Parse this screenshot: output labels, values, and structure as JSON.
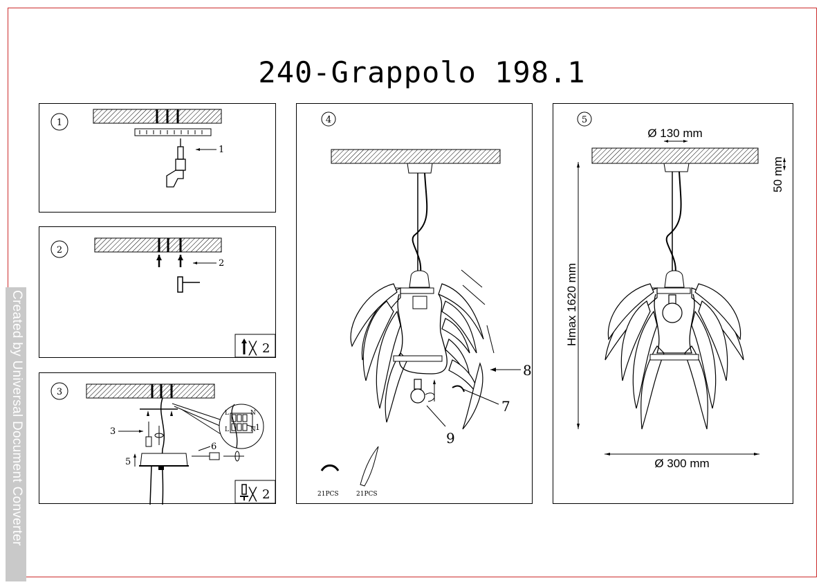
{
  "title": "240-Grappolo 198.1",
  "watermark": "Created by Universal Document Converter",
  "steps": [
    {
      "number": "1",
      "callouts": [
        "1"
      ]
    },
    {
      "number": "2",
      "callouts": [
        "2"
      ],
      "qty": "2"
    },
    {
      "number": "3",
      "callouts": [
        "3",
        "5",
        "6",
        "1"
      ],
      "qty": "2"
    },
    {
      "number": "4",
      "callouts": [
        "8",
        "7",
        "9"
      ],
      "parts": [
        {
          "count": "21PCS"
        },
        {
          "count": "21PCS"
        }
      ]
    },
    {
      "number": "5",
      "dimensions": {
        "canopy": "Ø 130 mm",
        "canopy_height": "50 mm",
        "height": "Hmax 1620 mm",
        "diameter": "Ø 300 mm"
      }
    }
  ],
  "colors": {
    "border": "#cc2a2a",
    "ink": "#000000",
    "watermark_bg": "#c9c9c9"
  },
  "terminal_letters": [
    "L",
    "N"
  ]
}
